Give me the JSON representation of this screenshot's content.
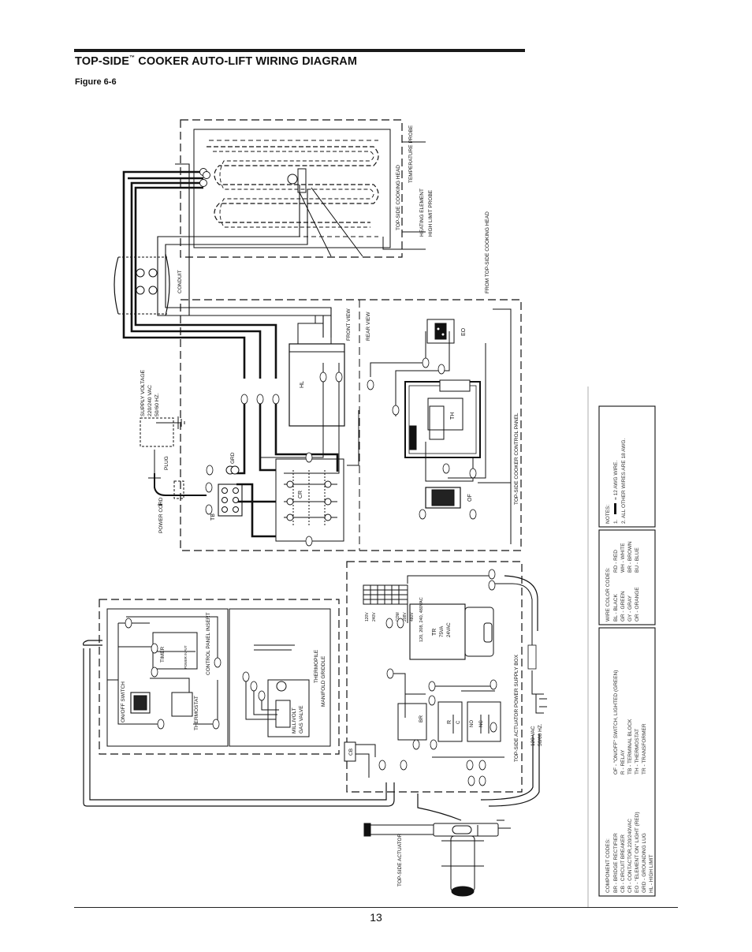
{
  "header": {
    "title": "TOP-SIDE",
    "trademark": "™",
    "title_rest": " COOKER AUTO-LIFT WIRING DIAGRAM",
    "figure": "Figure 6-6"
  },
  "footer": {
    "page": "13"
  },
  "diagram": {
    "cooking_head": "TOP-SIDE COOKING HEAD",
    "temp_probe": "TEMPERATURE PROBE",
    "heating_element": "HEATING ELEMENT",
    "high_limit_probe": "HIGH LIMIT PROBE",
    "from_head": "FROM TOP-SIDE COOKING HEAD",
    "conduit": "CONDUIT",
    "front_view": "FRONT VIEW",
    "rear_view": "REAR VIEW",
    "control_panel": "TOP-SIDE COOKER CONTROL PANEL",
    "supply_voltage_1": "SUPPLY VOLTAGE",
    "supply_voltage_2": "220/240 VAC",
    "supply_voltage_3": "50/60 HZ.",
    "plug": "PLUG",
    "grd": "GRD",
    "power_cord": "POWER CORD",
    "tb": "TB",
    "cr": "CR",
    "hl": "HL",
    "th": "TH",
    "eo": "EO",
    "of": "OF",
    "actuator_box": "TOP-SIDE ACTUATOR POWER SUPPLY BOX",
    "vac120_1": "120 VAC",
    "vac120_2": "50/60 HZ.",
    "tr": "TR",
    "tr_va": "75VA",
    "tr_out": "24VAC",
    "tr_in": "120, 208, 240, 480VAC",
    "cb": "CB",
    "br": "BR",
    "r": "R",
    "no": "NO",
    "nc": "NC",
    "c": "C",
    "actuator": "TOP-SIDE ACTUATOR",
    "timer": "TIMER",
    "power_input": "POWER INPUT",
    "control_insert": "CONTROL PANEL INSERT",
    "thermopile": "THERMOPILE",
    "manifold": "MANIFOLD GRIDDLE",
    "gas_valve_1": "MILLIVOLT",
    "gas_valve_2": "GAS VALVE",
    "onoff_switch": "ON/OFF SWITCH",
    "thermostat": "THERMOSTAT",
    "tap": "120V",
    "tap2": "240V",
    "tap3": "COM",
    "tap4": "208V",
    "tap5": "480V"
  },
  "legend": {
    "component_heading": "COMPONENT CODES:",
    "components_col1": [
      "BR - BRIDGE RECTIFIER",
      "CB - CIRCUIT BREAKER",
      "CR - CONTACTOR,220/240VAC",
      "EO - \"ELEMENT ON\" LIGHT (RED)",
      "GRD - GROUNDING LUG",
      "HL - HIGH LIMIT"
    ],
    "components_col2": [
      "OF - \"ON/OFF\" SWITCH, LIGHTED (GREEN)",
      "R - RELAY",
      "TB - TERMINAL BLOCK",
      "TH - THERMOSTAT",
      "TR - TRANSFORMER"
    ],
    "wire_heading": "WIRE COLOR CODES:",
    "wires_col1": [
      "BL - BLACK",
      "GR - GREEN",
      "GY - GRAY",
      "OR - ORANGE"
    ],
    "wires_col2": [
      "RD - RED",
      "WH - WHITE",
      "BR - BROWN",
      "BU - BLUE"
    ],
    "notes_heading": "NOTES:",
    "note1": "1.",
    "note1_rest": "= 12 AWG WIRE.",
    "note2": "2. ALL OTHER WIRES ARE 18 AWG."
  }
}
